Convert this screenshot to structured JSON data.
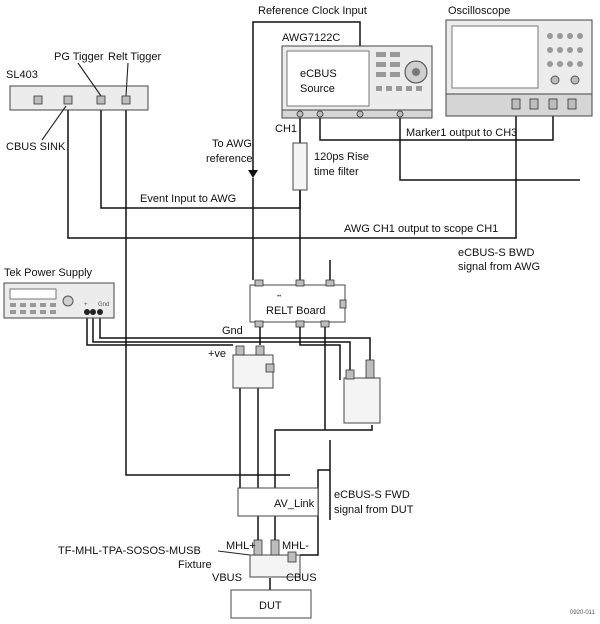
{
  "labels": {
    "reference_clock_input": "Reference Clock Input",
    "oscilloscope": "Oscilloscope",
    "awg_model": "AWG7122C",
    "ecbus_source_line1": "eCBUS",
    "ecbus_source_line2": "Source",
    "pg_trigger": "PG Tigger",
    "relt_trigger": "Relt Tigger",
    "sl403": "SL403",
    "cbus_sink": "CBUS SINK",
    "to_awg_reference_line1": "To AWG",
    "to_awg_reference_line2": "reference",
    "ch1": "CH1",
    "rise_filter_line1": "120ps Rise",
    "rise_filter_line2": "time filter",
    "marker1_output": "Marker1 output to CH3",
    "event_input": "Event Input to AWG",
    "awg_ch1_output": "AWG CH1 output to scope CH1",
    "bwd_signal_line1": "eCBUS-S BWD",
    "bwd_signal_line2": "signal from AWG",
    "tek_power_supply": "Tek Power Supply",
    "relt_board": "RELT Board",
    "gnd": "Gnd",
    "plus_ve": "+ve",
    "av_link": "AV_Link",
    "fwd_signal_line1": "eCBUS-S FWD",
    "fwd_signal_line2": "signal from DUT",
    "fixture_line1": "TF-MHL-TPA-SOSOS-MUSB",
    "fixture_line2": "Fixture",
    "mhl_plus": "MHL+",
    "mhl_minus": "MHL-",
    "vbus": "VBUS",
    "cbus": "CBUS",
    "dut": "DUT",
    "figure_code": "0920-011"
  }
}
